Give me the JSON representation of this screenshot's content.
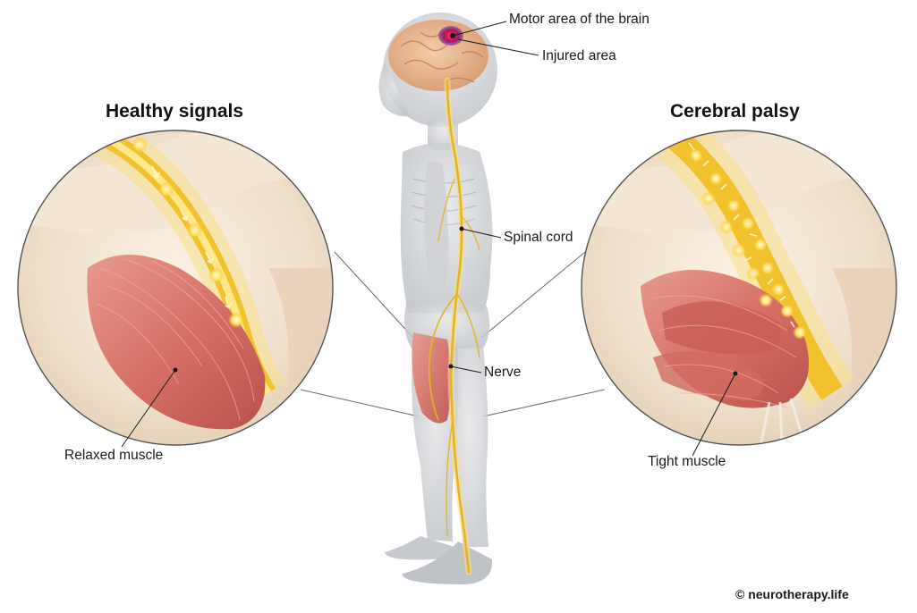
{
  "headings": {
    "left": "Healthy signals",
    "right": "Cerebral palsy"
  },
  "labels": {
    "motor_area": "Motor area of the brain",
    "injured_area": "Injured area",
    "spinal_cord": "Spinal cord",
    "nerve": "Nerve",
    "relaxed_muscle": "Relaxed muscle",
    "tight_muscle": "Tight muscle"
  },
  "watermark": "© neurotherapy.life",
  "colors": {
    "nerve_glow": "#f2c22e",
    "muscle": "#d97a70",
    "brain": "#e8b48f",
    "injury": "#c2185b",
    "body": "#c9ccd0"
  }
}
